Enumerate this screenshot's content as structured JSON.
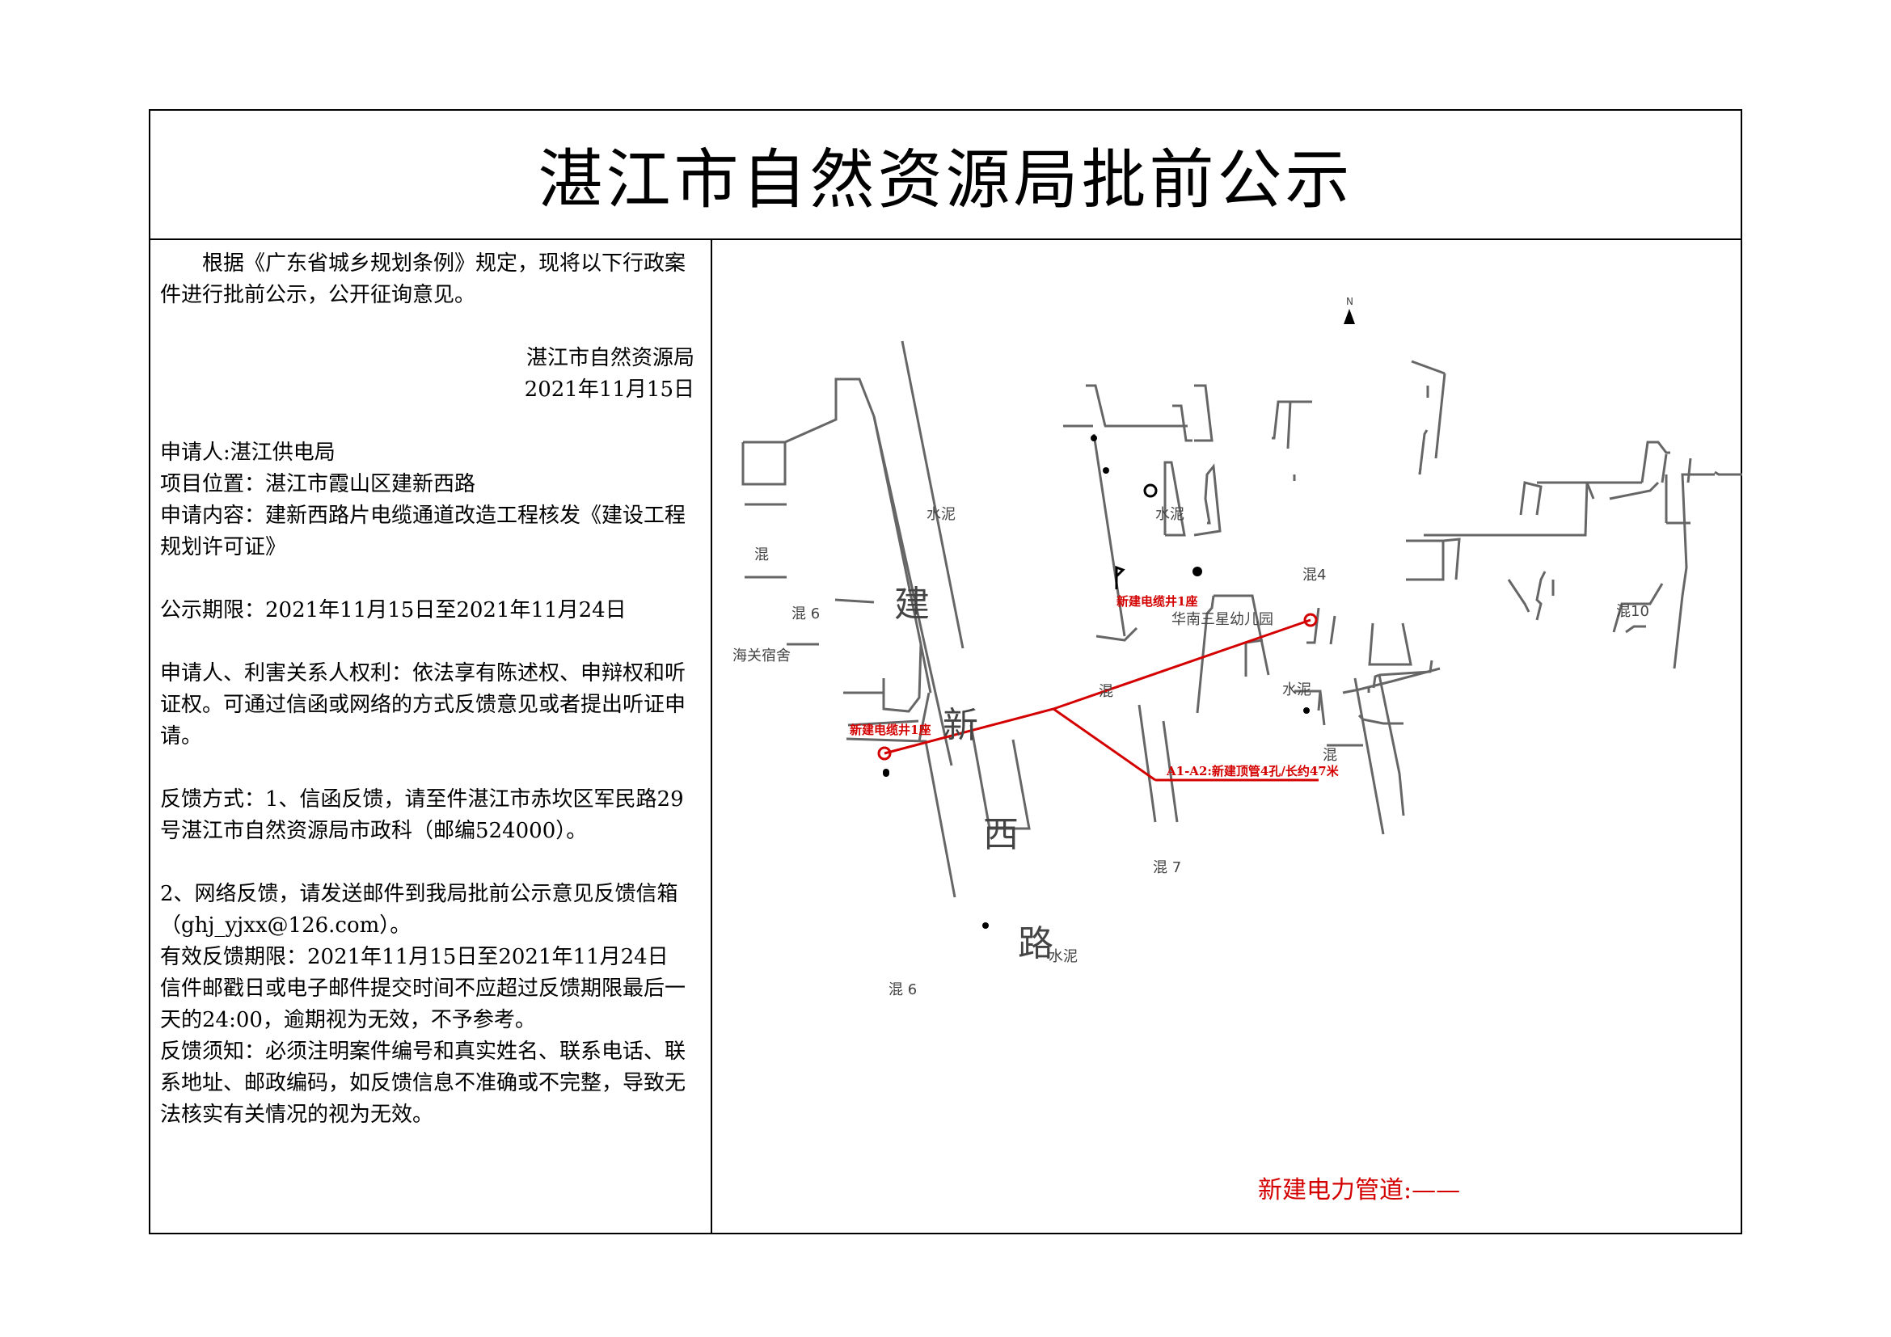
{
  "title": "湛江市自然资源局批前公示",
  "intro": "根据《广东省城乡规划条例》规定，现将以下行政案件进行批前公示，公开征询意见。",
  "issuer": "湛江市自然资源局",
  "issue_date": "2021年11月15日",
  "applicant": "申请人:湛江供电局",
  "location": "项目位置：湛江市霞山区建新西路",
  "content": "申请内容：建新西路片电缆通道改造工程核发《建设工程规划许可证》",
  "period": "公示期限：2021年11月15日至2021年11月24日",
  "rights": "申请人、利害关系人权利：依法享有陈述权、申辩权和听证权。可通过信函或网络的方式反馈意见或者提出听证申请。",
  "feedback_mail": "反馈方式：1、信函反馈，请至件湛江市赤坎区军民路29号湛江市自然资源局市政科（邮编524000）。",
  "feedback_net": "2、网络反馈，请发送邮件到我局批前公示意见反馈信箱（ghj_yjxx@126.com）。",
  "valid_period": "有效反馈期限：2021年11月15日至2021年11月24日",
  "postmark_note": "信件邮戳日或电子邮件提交时间不应超过反馈期限最后一天的24:00，逾期视为无效，不予参考。",
  "notice": "反馈须知：必须注明案件编号和真实姓名、联系电话、联系地址、邮政编码，如反馈信息不准确或不完整，导致无法核实有关情况的视为无效。",
  "map": {
    "road_chars": [
      "建",
      "新",
      "西",
      "路"
    ],
    "labels": {
      "shuini_1": "水泥",
      "shuini_2": "水泥",
      "shuini_3": "水泥",
      "shuini_4": "水泥",
      "hun": "混",
      "hun6_a": "混 6",
      "hun6_b": "混 6",
      "hun4": "混4",
      "hun10": "混10",
      "hun7": "混 7",
      "hun_b": "混",
      "hun_c": "混",
      "haiguan": "海关宿舍",
      "kindergarten": "华南三星幼儿园"
    },
    "red_labels": {
      "well_a": "新建电缆井1座",
      "well_b": "新建电缆井1座",
      "pipe": "A1-A2:新建顶管4孔/长约47米"
    },
    "legend": "新建电力管道:——",
    "north": "N",
    "red_color": "#d40000"
  }
}
